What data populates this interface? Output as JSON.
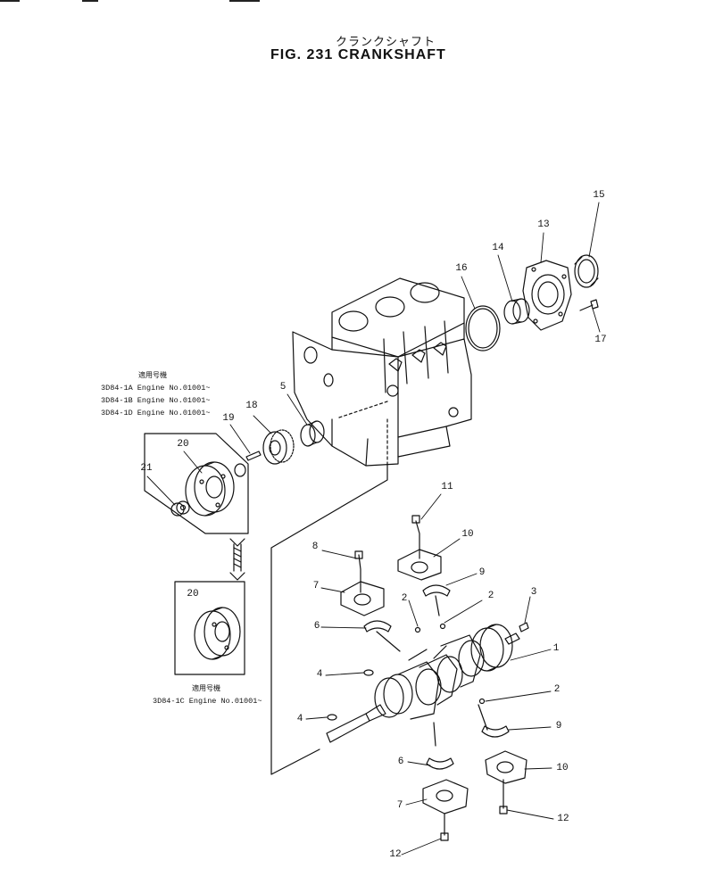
{
  "title_jp": "クランクシャフト",
  "title_en": "FIG. 231  CRANKSHAFT",
  "applicability_upper": {
    "heading": "適用号機",
    "lines": [
      "3D84-1A Engine No.01001~",
      "3D84-1B Engine No.01001~",
      "3D84-1D Engine No.01001~"
    ]
  },
  "applicability_lower": {
    "heading": "適用号機",
    "lines": [
      "3D84-1C Engine No.01001~"
    ]
  },
  "labels": {
    "l1": "1",
    "l2a": "2",
    "l2b": "2",
    "l2c": "2",
    "l3": "3",
    "l4a": "4",
    "l4b": "4",
    "l5": "5",
    "l6a": "6",
    "l6b": "6",
    "l7a": "7",
    "l7b": "7",
    "l8": "8",
    "l9a": "9",
    "l9b": "9",
    "l10a": "10",
    "l10b": "10",
    "l11": "11",
    "l12a": "12",
    "l12b": "12",
    "l13": "13",
    "l14": "14",
    "l15": "15",
    "l16": "16",
    "l17": "17",
    "l18": "18",
    "l19": "19",
    "l20a": "20",
    "l20b": "20",
    "l21": "21"
  }
}
